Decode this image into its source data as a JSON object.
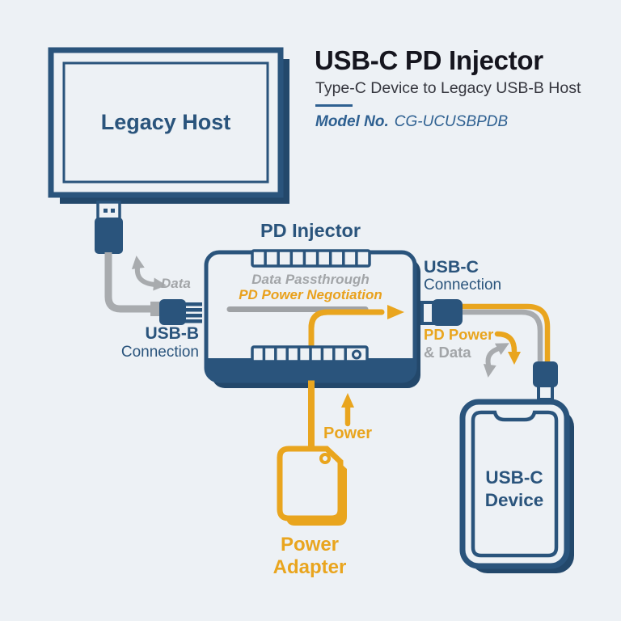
{
  "colors": {
    "background": "#edf1f5",
    "navy": "#2a547c",
    "navy_shadow": "#23486b",
    "gold": "#e9a51e",
    "gray_cable": "#a8abae",
    "gray_text": "#a2a5a8",
    "heading_dark": "#15151e",
    "model_blue": "#2e6091"
  },
  "icons": [
    "monitor",
    "usb-a-plug",
    "usb-b-plug",
    "usb-c-plug",
    "usb-c-port",
    "edge-connector",
    "swap-arrow",
    "hook-arrow",
    "up-arrow",
    "power-adapter",
    "phone"
  ],
  "header": {
    "title": "USB-C PD Injector",
    "subtitle": "Type-C Device to Legacy USB-B Host",
    "model_label": "Model No.",
    "model_value": "CG-UCUSBPDB"
  },
  "diagram": {
    "legacy_host": {
      "label": "Legacy Host"
    },
    "usb_b": {
      "line1": "USB-B",
      "line2": "Connection"
    },
    "data_arrow": {
      "label": "Data"
    },
    "injector": {
      "title": "PD Injector",
      "passthrough": "Data Passthrough",
      "negotiation": "PD Power Negotiation"
    },
    "usb_c": {
      "line1": "USB-C",
      "line2": "Connection"
    },
    "pd_power": {
      "line1": "PD Power",
      "line2": "& Data"
    },
    "power": {
      "arrow_label": "Power",
      "adapter_line1": "Power",
      "adapter_line2": "Adapter"
    },
    "device": {
      "line1": "USB-C",
      "line2": "Device"
    }
  }
}
